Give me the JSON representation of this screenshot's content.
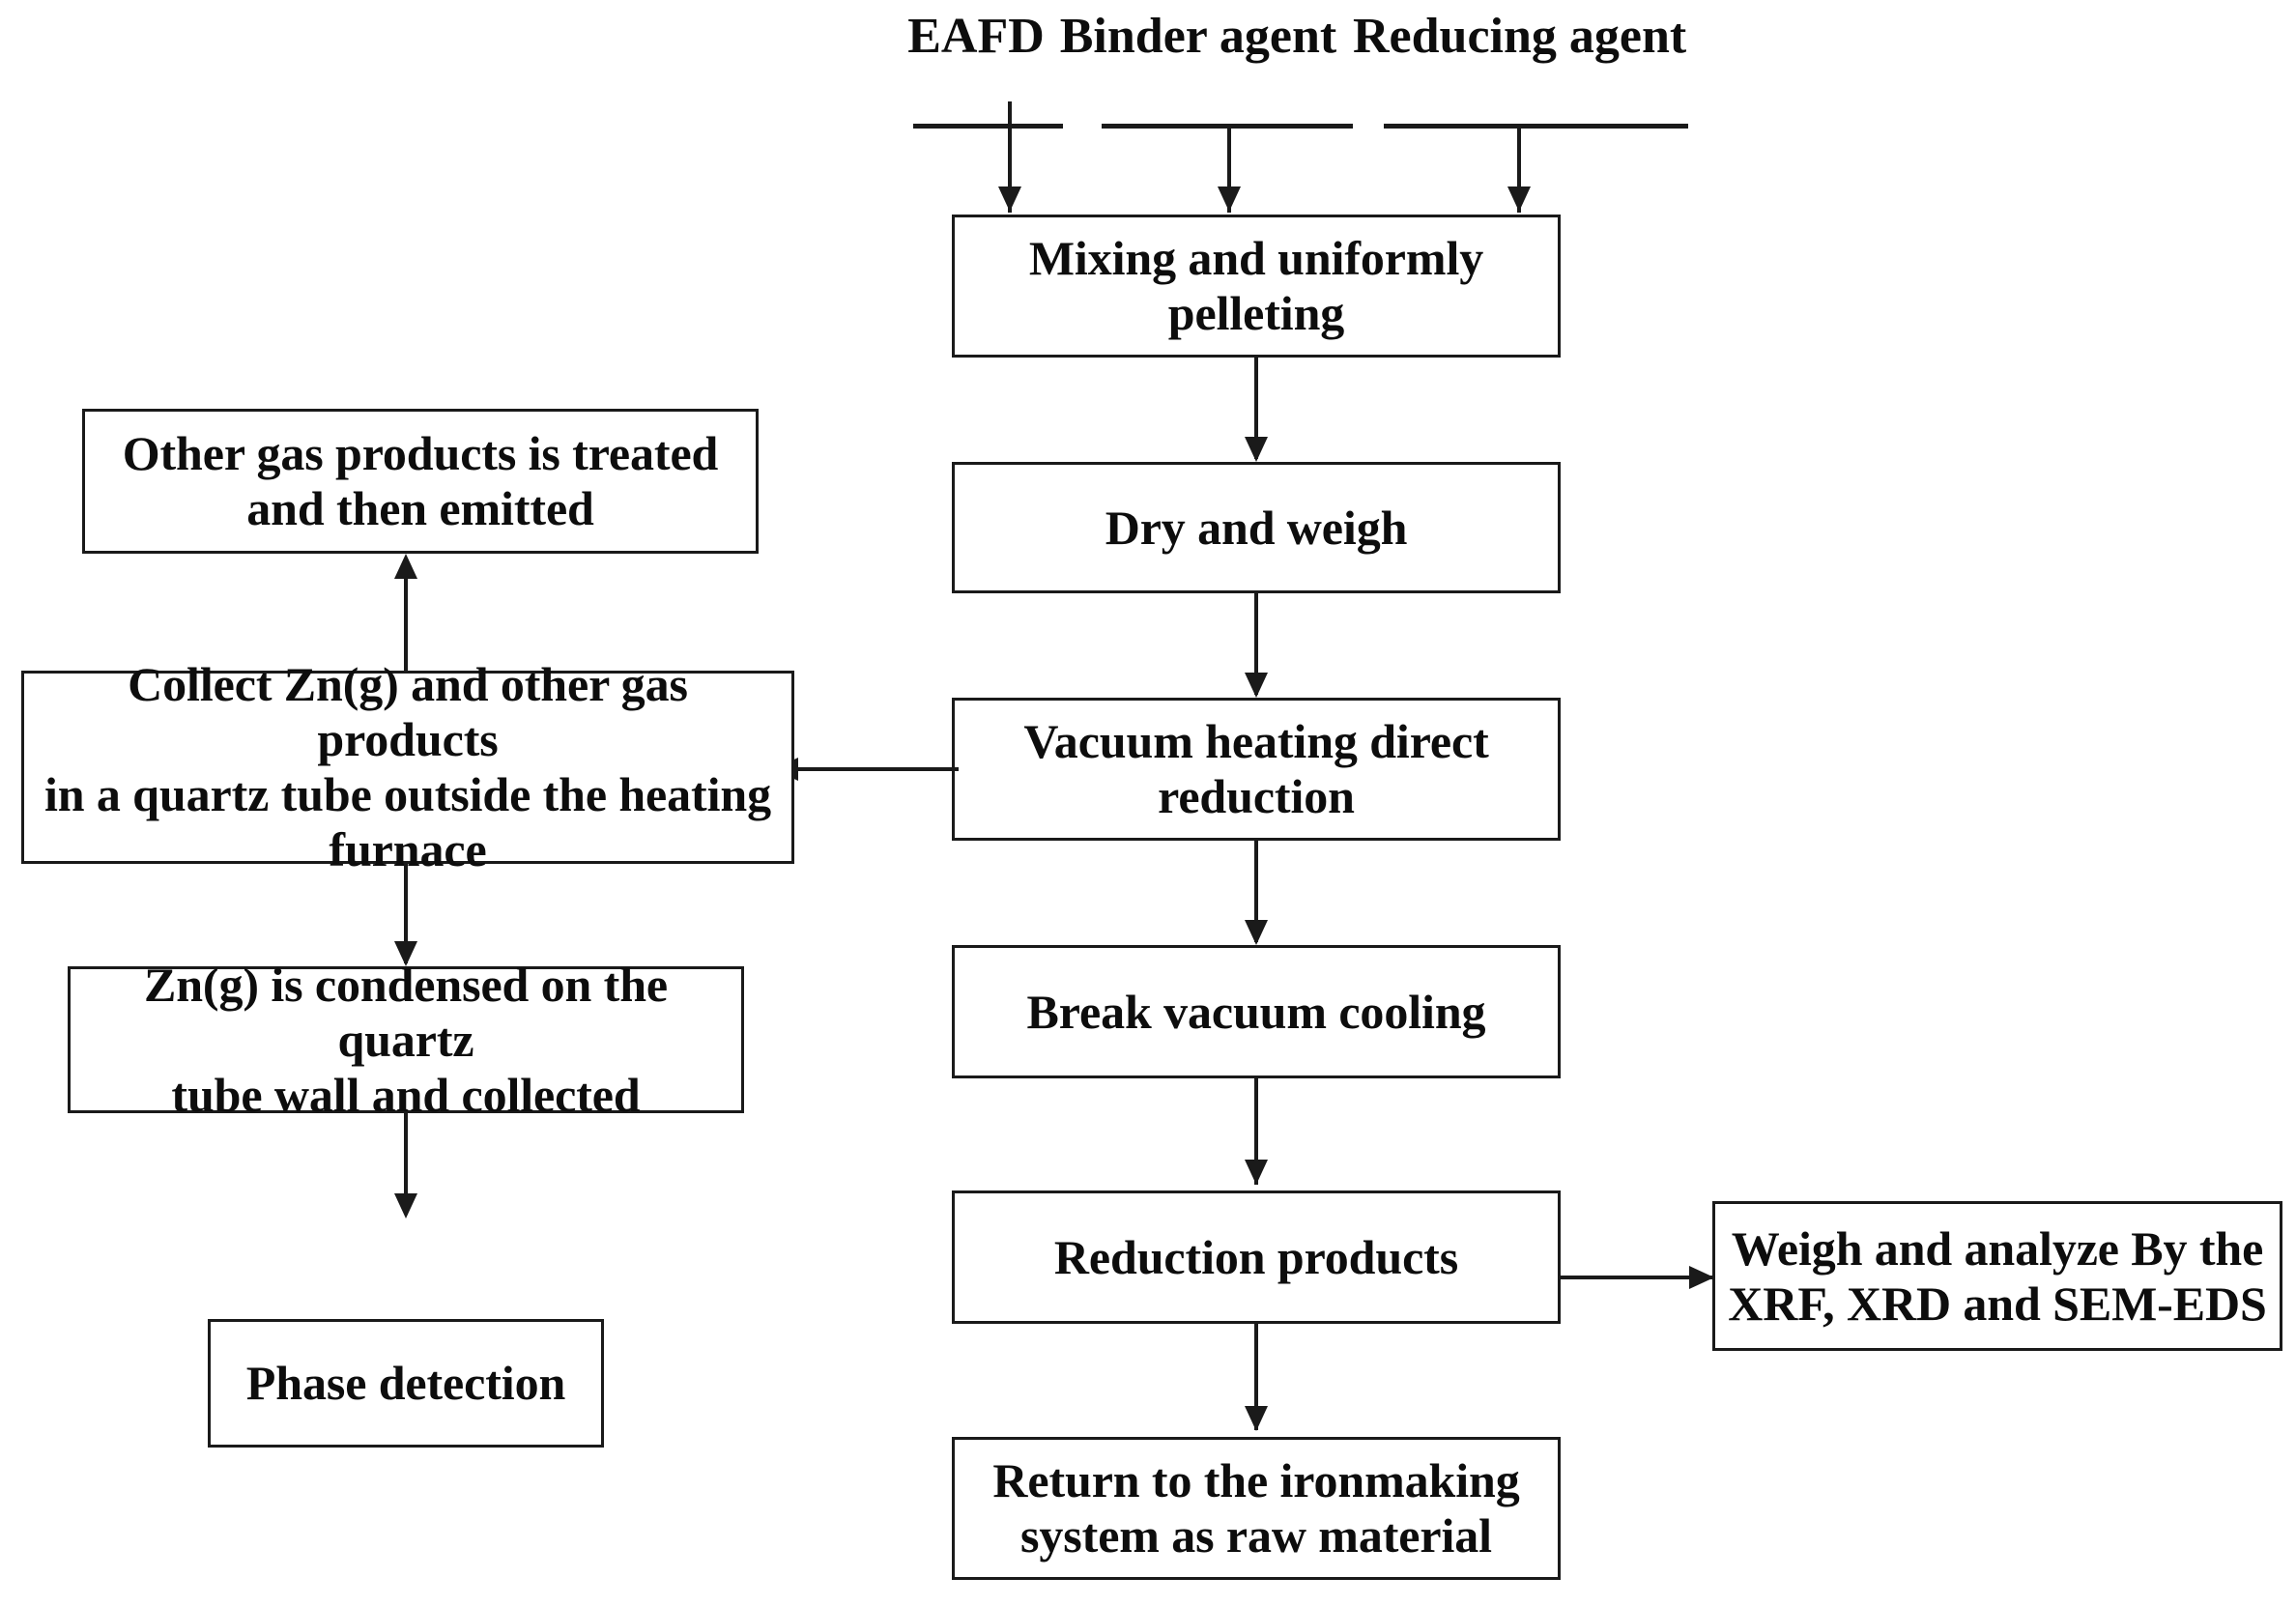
{
  "diagram": {
    "type": "process-flowchart",
    "title": "",
    "background_color": "#ffffff",
    "line_color": "#1a1a1a",
    "text_color": "#0d0d0d",
    "inputs": [
      {
        "id": "eafd",
        "label": "EAFD"
      },
      {
        "id": "binder",
        "label": "Binder agent"
      },
      {
        "id": "reducer",
        "label": "Reducing agent"
      }
    ],
    "nodes": {
      "mixing": "Mixing and uniformly\npelleting",
      "dry": "Dry and weigh",
      "vacuum": "Vacuum heating direct\nreduction",
      "cooling": "Break vacuum cooling",
      "products": "Reduction products",
      "return": "Return to the ironmaking\nsystem as raw material",
      "analyze": "Weigh and analyze By the\nXRF, XRD and SEM-EDS",
      "collect": "Collect Zn(g) and other gas products\nin a quartz tube outside the heating\nfurnace",
      "othergas": "Other gas products is treated\nand then emitted",
      "condensed": "Zn(g) is condensed on the quartz\ntube wall and collected",
      "phase": "Phase detection"
    },
    "edges": [
      {
        "from": "eafd",
        "to": "mixing",
        "direction": "down"
      },
      {
        "from": "binder",
        "to": "mixing",
        "direction": "down"
      },
      {
        "from": "reducer",
        "to": "mixing",
        "direction": "down"
      },
      {
        "from": "mixing",
        "to": "dry",
        "direction": "down"
      },
      {
        "from": "dry",
        "to": "vacuum",
        "direction": "down"
      },
      {
        "from": "vacuum",
        "to": "cooling",
        "direction": "down"
      },
      {
        "from": "vacuum",
        "to": "collect",
        "direction": "left"
      },
      {
        "from": "cooling",
        "to": "products",
        "direction": "down"
      },
      {
        "from": "products",
        "to": "analyze",
        "direction": "right"
      },
      {
        "from": "products",
        "to": "return",
        "direction": "down"
      },
      {
        "from": "collect",
        "to": "othergas",
        "direction": "up"
      },
      {
        "from": "collect",
        "to": "condensed",
        "direction": "down"
      },
      {
        "from": "condensed",
        "to": "phase",
        "direction": "down"
      }
    ]
  }
}
